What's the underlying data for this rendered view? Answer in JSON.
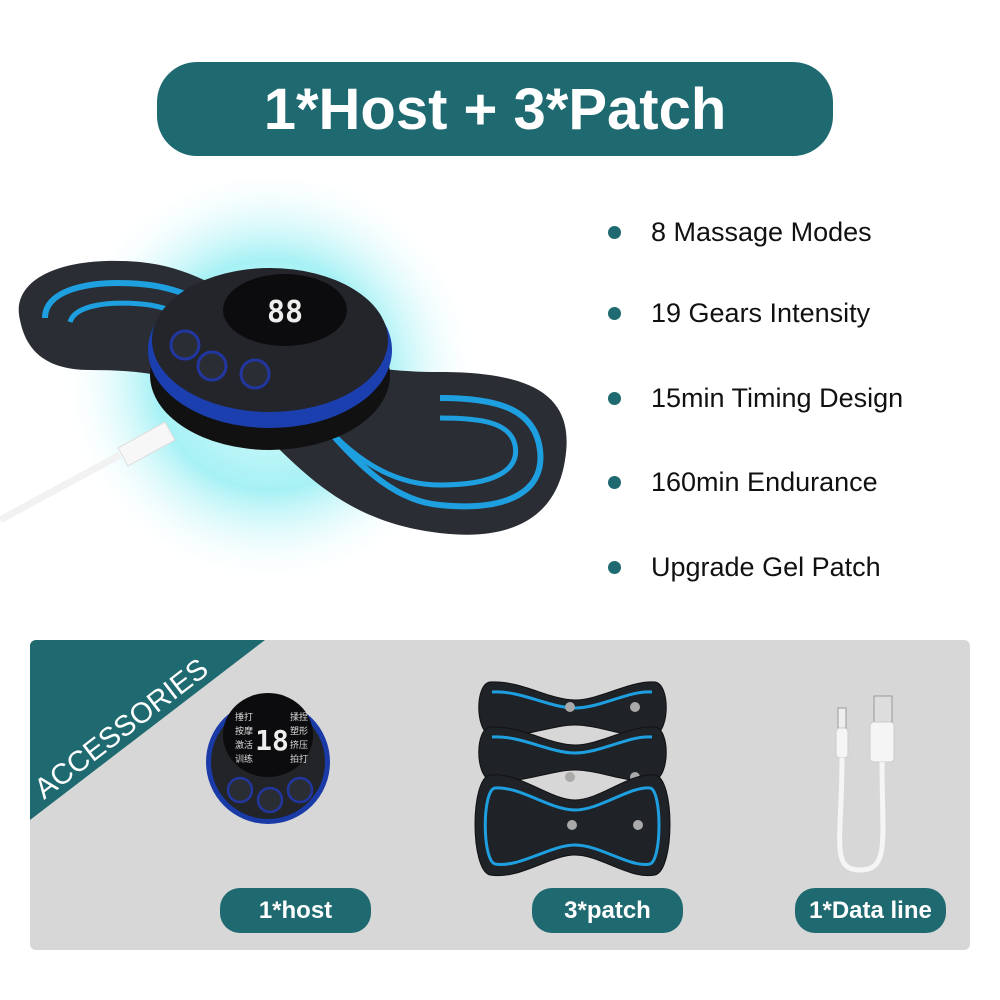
{
  "title": "1*Host + 3*Patch",
  "features": [
    "8 Massage Modes",
    "19 Gears Intensity",
    "15min Timing Design",
    "160min Endurance",
    "Upgrade Gel Patch"
  ],
  "accessories": {
    "banner": "ACCESSORIES",
    "items": [
      {
        "label": "1*host"
      },
      {
        "label": "3*patch"
      },
      {
        "label": "1*Data line"
      }
    ],
    "host_display": {
      "digits": "18",
      "left_modes": [
        "捶打",
        "按摩",
        "激活",
        "训练"
      ],
      "right_modes": [
        "揉捏",
        "塑形",
        "挤压",
        "拍打"
      ]
    }
  },
  "colors": {
    "accent": "#1e6a70",
    "panel": "#d7d7d7",
    "patch_line": "#1e9fe0",
    "glow": "#9ef0f4"
  }
}
